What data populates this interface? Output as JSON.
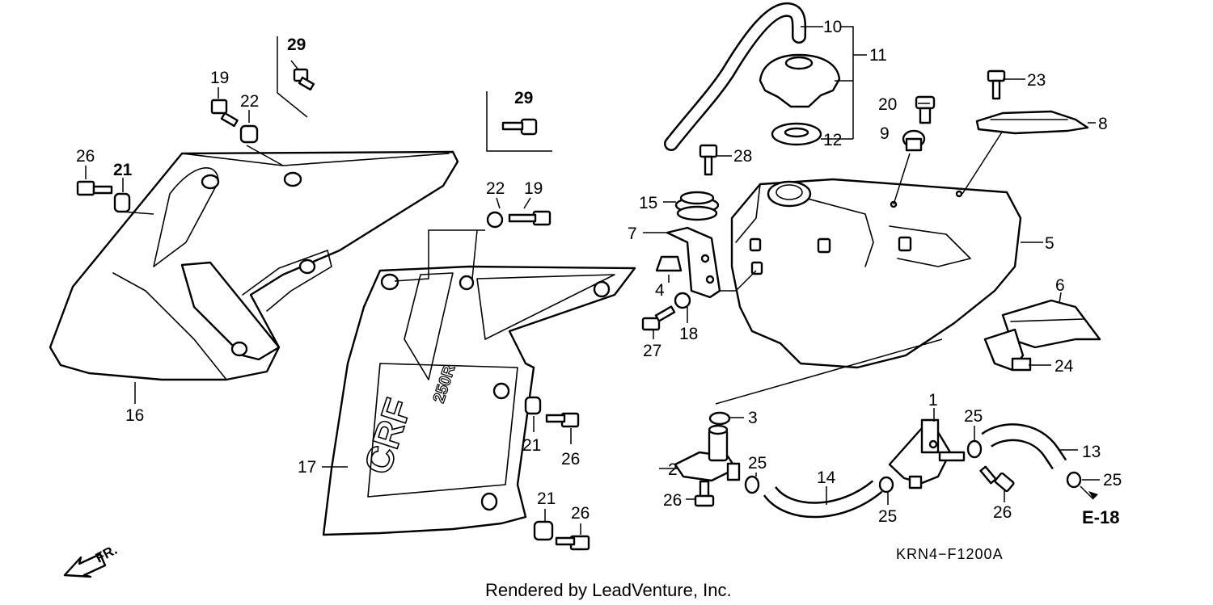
{
  "diagram": {
    "diagram_code": "KRN4−F1200A",
    "credit": "Rendered by LeadVenture, Inc.",
    "reference": "E-18",
    "direction": "FR.",
    "shroud_decal": "CRF",
    "shroud_decal_small": "250R",
    "callouts": {
      "c1": "1",
      "c2": "2",
      "c3": "3",
      "c4": "4",
      "c5": "5",
      "c6": "6",
      "c7": "7",
      "c8": "8",
      "c9": "9",
      "c10": "10",
      "c11": "11",
      "c12": "12",
      "c13": "13",
      "c14": "14",
      "c15": "15",
      "c16": "16",
      "c17": "17",
      "c18": "18",
      "c19a": "19",
      "c19b": "19",
      "c20": "20",
      "c21a": "21",
      "c21b": "21",
      "c21c": "21",
      "c22a": "22",
      "c22b": "22",
      "c23": "23",
      "c24": "24",
      "c25a": "25",
      "c25b": "25",
      "c25c": "25",
      "c25d": "25",
      "c26a": "26",
      "c26b": "26",
      "c26c": "26",
      "c26d": "26",
      "c26e": "26",
      "c27": "27",
      "c28": "28",
      "c29a": "29",
      "c29b": "29"
    }
  }
}
